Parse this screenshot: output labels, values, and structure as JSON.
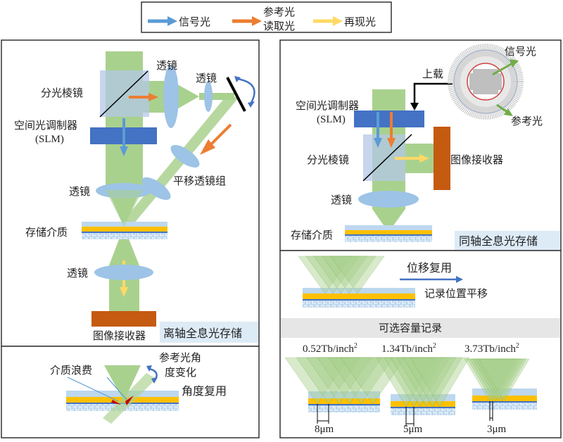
{
  "legend": {
    "items": [
      {
        "label": "信号光",
        "color": "#5b9bd5"
      },
      {
        "label_line1": "参考光",
        "label_line2": "读取光",
        "color": "#ed7d31"
      },
      {
        "label": "再现光",
        "color": "#ffd966"
      }
    ]
  },
  "colors": {
    "beam": "#a9d18e",
    "lens": "#9dc3e6",
    "slm": "#4472c4",
    "receiver": "#c55a11",
    "medium_top": "#bdd7ee",
    "medium_gold": "#ffc000",
    "medium_blue": "#4472c4",
    "label_bg": "#ddebf7",
    "gray_bar": "#e7e6e6",
    "waste": "#c00000"
  },
  "off_axis": {
    "labels": {
      "beam_splitter": "分光棱镜",
      "slm_line1": "空间光调制器",
      "slm_line2": "(SLM)",
      "lens_top1": "透镜",
      "lens_top2": "透镜",
      "relay_lens_group": "平移透镜组",
      "lens_mid": "透镜",
      "medium": "存储介质",
      "lens_bottom": "透镜",
      "receiver": "图像接收器",
      "title": "离轴全息光存储"
    }
  },
  "angle_mux": {
    "labels": {
      "waste": "介质浪费",
      "ref_angle_line1": "参考光角",
      "ref_angle_line2": "度变化",
      "title": "角度复用"
    }
  },
  "coaxial": {
    "labels": {
      "upload": "上载",
      "slm_line1": "空间光调制器",
      "slm_line2": "(SLM)",
      "beam_splitter": "分光棱镜",
      "receiver": "图像接收器",
      "lens": "透镜",
      "medium": "存储介质",
      "signal": "信号光",
      "reference": "参考光",
      "title": "同轴全息光存储"
    }
  },
  "shift_mux": {
    "labels": {
      "title": "位移复用",
      "subtitle": "记录位置平移",
      "capacity_header": "可选容量记录"
    },
    "capacity_options": [
      {
        "density": "0.52Tb/inch",
        "sup": "2",
        "pitch": "8μm"
      },
      {
        "density": "1.34Tb/inch",
        "sup": "2",
        "pitch": "5μm"
      },
      {
        "density": "3.73Tb/inch",
        "sup": "2",
        "pitch": "3μm"
      }
    ]
  }
}
